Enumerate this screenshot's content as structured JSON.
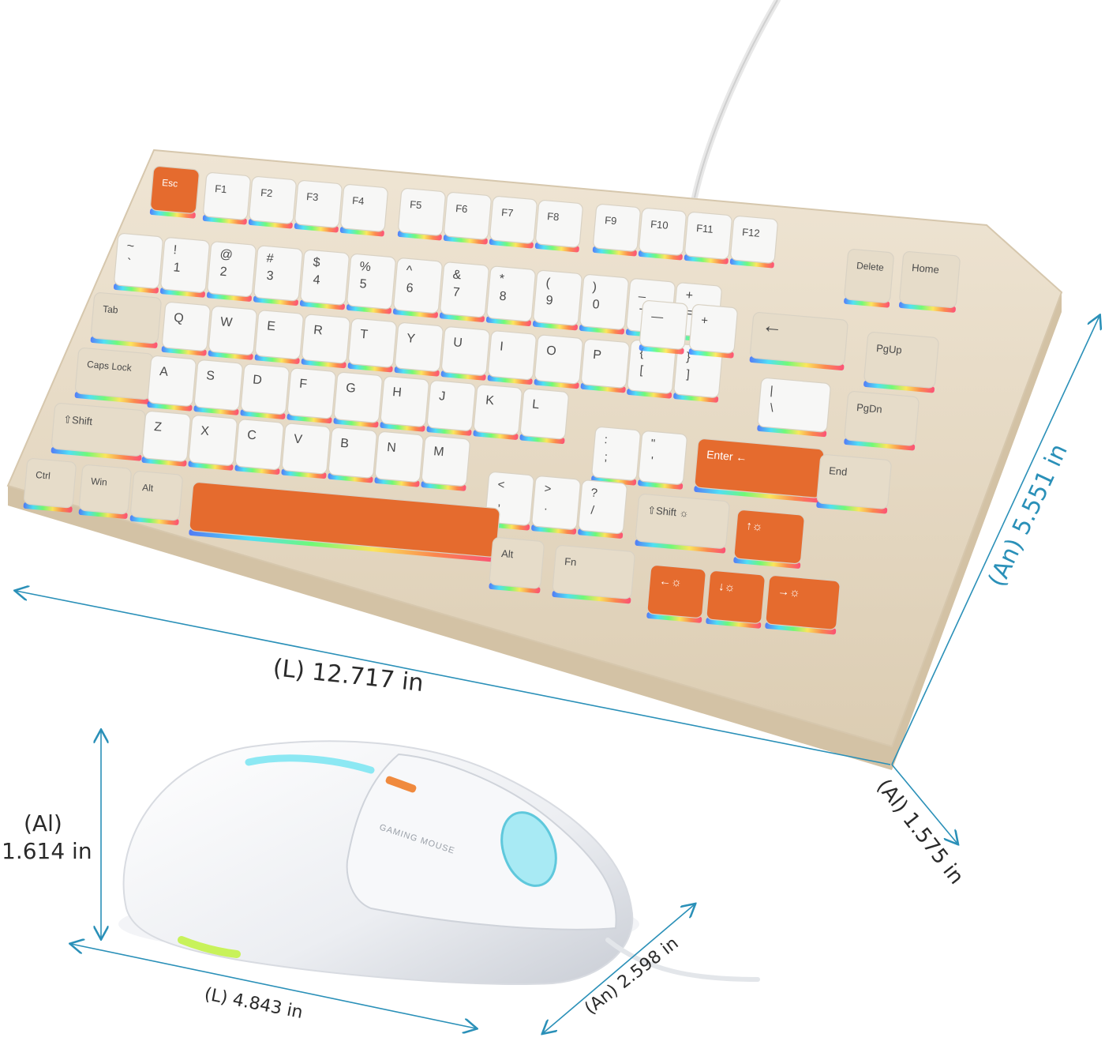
{
  "colors": {
    "case": "#e9ddc9",
    "case_side": "#d8c8ad",
    "key_white": "#f7f7f6",
    "key_beige": "#e6dcc9",
    "key_orange": "#e56b2e",
    "dimension_line": "#2a90b8",
    "mouse_body": "#f2f3f6",
    "mouse_shadow": "#cfd3da",
    "light_cyan": "#7fe6f2",
    "light_lime": "#c8f25a"
  },
  "keyboard": {
    "keys": {
      "fn_row": [
        "Esc",
        "F1",
        "F2",
        "F3",
        "F4",
        "F5",
        "F6",
        "F7",
        "F8",
        "F9",
        "F10",
        "F11",
        "F12"
      ],
      "number_row_top": [
        "~",
        "!",
        "@",
        "#",
        "$",
        "%",
        "^",
        "&",
        "*",
        "(",
        ")",
        "_",
        "+"
      ],
      "number_row_bottom": [
        "`",
        "1",
        "2",
        "3",
        "4",
        "5",
        "6",
        "7",
        "8",
        "9",
        "0",
        "-",
        "="
      ],
      "qwerty_row": [
        "Q",
        "W",
        "E",
        "R",
        "T",
        "Y",
        "U",
        "I",
        "O",
        "P"
      ],
      "qwerty_brackets_top": [
        "{",
        "}",
        "|"
      ],
      "qwerty_brackets_bottom": [
        "[",
        "]",
        "\\"
      ],
      "home_row": [
        "A",
        "S",
        "D",
        "F",
        "G",
        "H",
        "J",
        "K",
        "L"
      ],
      "home_punct_top": [
        ":",
        "\""
      ],
      "home_punct_bottom": [
        ";",
        "'"
      ],
      "bottom_letter_row": [
        "Z",
        "X",
        "C",
        "V",
        "B",
        "N",
        "M"
      ],
      "bottom_punct_top": [
        "<",
        ">",
        "?"
      ],
      "bottom_punct_bottom": [
        ",",
        ".",
        "/"
      ],
      "tab": "Tab",
      "caps": "Caps Lock",
      "lshift": "Shift",
      "rshift": "Shift",
      "ctrl": "Ctrl",
      "win": "Win",
      "lalt": "Alt",
      "ralt": "Alt",
      "fnkey": "Fn",
      "enter": "Enter",
      "delete": "Delete",
      "home": "Home",
      "pgup": "PgUp",
      "pgdn": "PgDn",
      "end": "End"
    }
  },
  "mouse": {
    "branding": "GAMING MOUSE"
  },
  "dimensions": {
    "keyboard_length": "(L) 12.717 in",
    "keyboard_width": "(An) 5.551 in",
    "keyboard_height": "(Al) 1.575 in",
    "mouse_height_prefix": "(Al)",
    "mouse_height_value": "1.614 in",
    "mouse_length": "(L) 4.843 in",
    "mouse_width": "(An) 2.598 in"
  }
}
